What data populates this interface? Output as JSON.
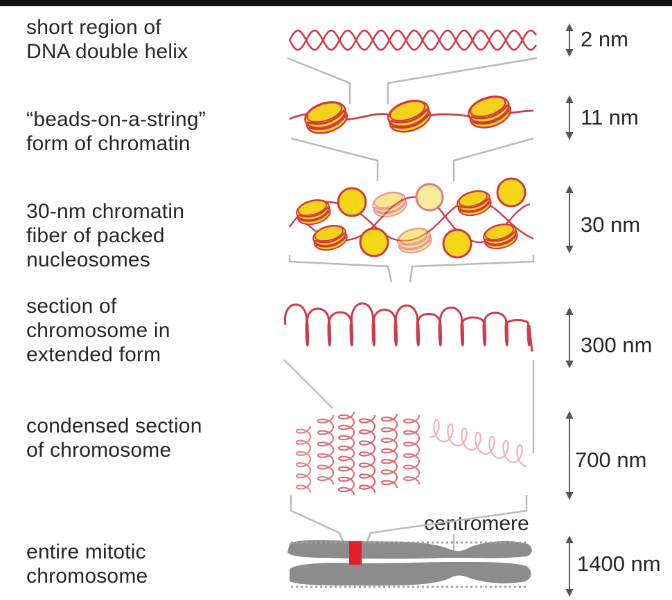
{
  "levels": [
    {
      "line1": "short region of",
      "line2": "DNA double helix",
      "line3": "",
      "scale": "2 nm"
    },
    {
      "line1": "“beads-on-a-string”",
      "line2": "form of chromatin",
      "line3": "",
      "scale": "11 nm"
    },
    {
      "line1": "30-nm chromatin",
      "line2": "fiber of packed",
      "line3": "nucleosomes",
      "scale": "30 nm"
    },
    {
      "line1": "section of",
      "line2": "chromosome in",
      "line3": "extended form",
      "scale": "300 nm"
    },
    {
      "line1": "condensed section",
      "line2": "of chromosome",
      "line3": "",
      "scale": "700 nm"
    },
    {
      "line1": "entire mitotic",
      "line2": "chromosome",
      "line3": "",
      "scale": "1400 nm"
    }
  ],
  "annotations": {
    "centromere": "centromere"
  },
  "colors": {
    "dna": "#cf3b4a",
    "nucleosome_fill": "#f2d21b",
    "nucleosome_stroke": "#d2373f",
    "connector": "#b9b9b9",
    "chromosome": "#8c8c8c",
    "centromere_band": "#e0202a",
    "text": "#262626"
  }
}
